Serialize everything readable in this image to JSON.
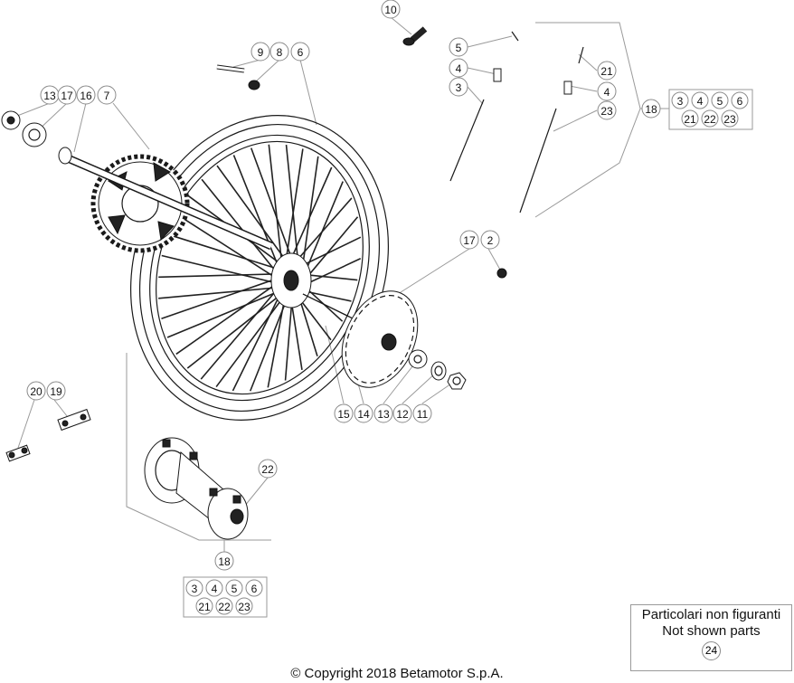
{
  "callouts": [
    {
      "id": "c10",
      "label": "10"
    },
    {
      "id": "c9",
      "label": "9"
    },
    {
      "id": "c8",
      "label": "8"
    },
    {
      "id": "c6",
      "label": "6"
    },
    {
      "id": "c13a",
      "label": "13"
    },
    {
      "id": "c17a",
      "label": "17"
    },
    {
      "id": "c16",
      "label": "16"
    },
    {
      "id": "c7",
      "label": "7"
    },
    {
      "id": "c5",
      "label": "5"
    },
    {
      "id": "c4a",
      "label": "4"
    },
    {
      "id": "c3",
      "label": "3"
    },
    {
      "id": "c21",
      "label": "21"
    },
    {
      "id": "c4b",
      "label": "4"
    },
    {
      "id": "c23",
      "label": "23"
    },
    {
      "id": "c18a",
      "label": "18"
    },
    {
      "id": "c17b",
      "label": "17"
    },
    {
      "id": "c2",
      "label": "2"
    },
    {
      "id": "c20",
      "label": "20"
    },
    {
      "id": "c19",
      "label": "19"
    },
    {
      "id": "c15",
      "label": "15"
    },
    {
      "id": "c14",
      "label": "14"
    },
    {
      "id": "c13b",
      "label": "13"
    },
    {
      "id": "c12",
      "label": "12"
    },
    {
      "id": "c11",
      "label": "11"
    },
    {
      "id": "c22",
      "label": "22"
    },
    {
      "id": "c18b",
      "label": "18"
    }
  ],
  "kit": {
    "row1": [
      "3",
      "4",
      "5",
      "6"
    ],
    "row2": [
      "21",
      "22",
      "23"
    ]
  },
  "note": {
    "line1": "Particolari non figuranti",
    "line2": "Not shown parts",
    "ref": "24"
  },
  "copyright": "© Copyright 2018 Betamotor S.p.A."
}
